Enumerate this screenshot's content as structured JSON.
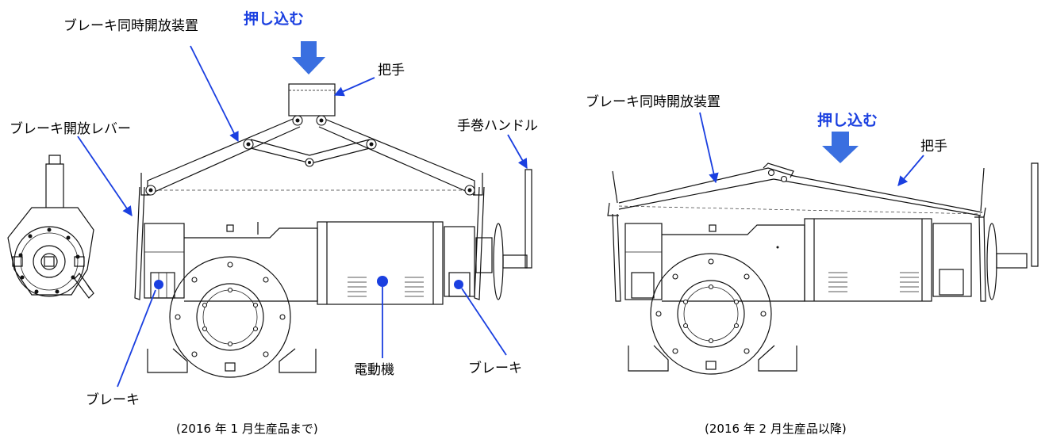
{
  "left_figure": {
    "push_label": "押し込む",
    "labels": {
      "simultaneous_release": "ブレーキ同時開放装置",
      "handle": "把手",
      "brake_release_lever": "ブレーキ開放レバー",
      "hand_crank": "手巻ハンドル",
      "motor": "電動機",
      "brake_right": "ブレーキ",
      "brake_left": "ブレーキ"
    },
    "caption": "(2016 年 1 月生産品まで)"
  },
  "right_figure": {
    "push_label": "押し込む",
    "labels": {
      "simultaneous_release": "ブレーキ同時開放装置",
      "handle": "把手"
    },
    "caption": "(2016 年 2 月生産品以降)"
  },
  "colors": {
    "accent": "#1a3fe0",
    "line": "#111111",
    "background": "#ffffff"
  },
  "icons": {
    "push_arrow": "down-arrow-icon",
    "marker": "blue-dot-marker-icon"
  }
}
